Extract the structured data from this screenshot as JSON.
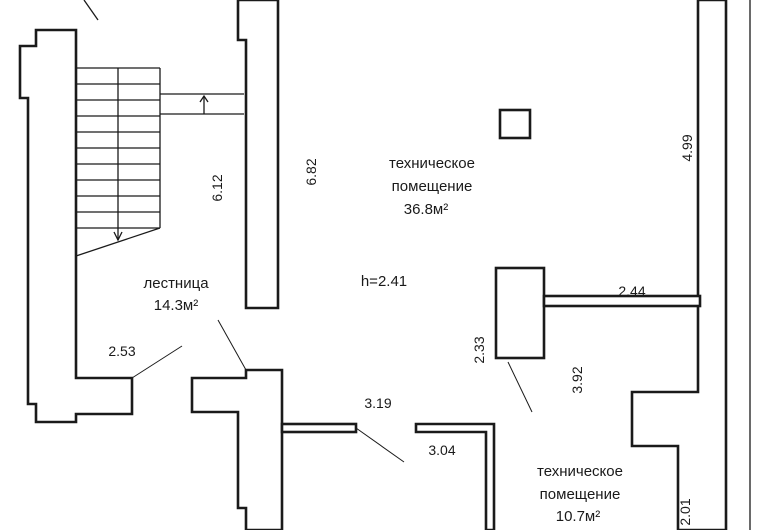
{
  "rooms": {
    "tech_room_main": {
      "name_line1": "техническое",
      "name_line2": "помещение",
      "area": "36.8м²"
    },
    "stair": {
      "name": "лестница",
      "area": "14.3м²"
    },
    "tech_room_small": {
      "name_line1": "техническое",
      "name_line2": "помещение",
      "area": "10.7м²"
    }
  },
  "height": "h=2.41",
  "dimensions": {
    "d_6_82": "6.82",
    "d_6_12": "6.12",
    "d_4_99": "4.99",
    "d_2_44": "2.44",
    "d_2_33": "2.33",
    "d_3_92": "3.92",
    "d_2_53": "2.53",
    "d_3_19": "3.19",
    "d_3_04": "3.04",
    "d_2_01": "2.01"
  }
}
